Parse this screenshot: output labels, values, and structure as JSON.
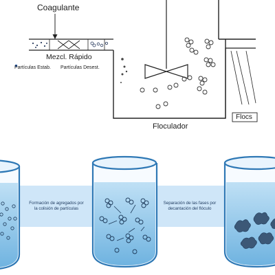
{
  "top": {
    "coagulant_label": "Coagulante",
    "rapid_mix_label": "Mezcl. Rápido",
    "stable_particles_label": "Partículas Estab.",
    "destabilized_particles_label": "Partículas Desest.",
    "flocculator_label": "Floculador",
    "flocs_label": "Flocs"
  },
  "bottom": {
    "step1_text": "Formación de agregados por la colisión de partículas",
    "step2_text": "Separación de las fases por decantación del flóculo"
  },
  "colors": {
    "band": "#cfe6f8",
    "water": "#8ec6ea",
    "glass_rim": "#2e78b5",
    "line": "#222222"
  }
}
